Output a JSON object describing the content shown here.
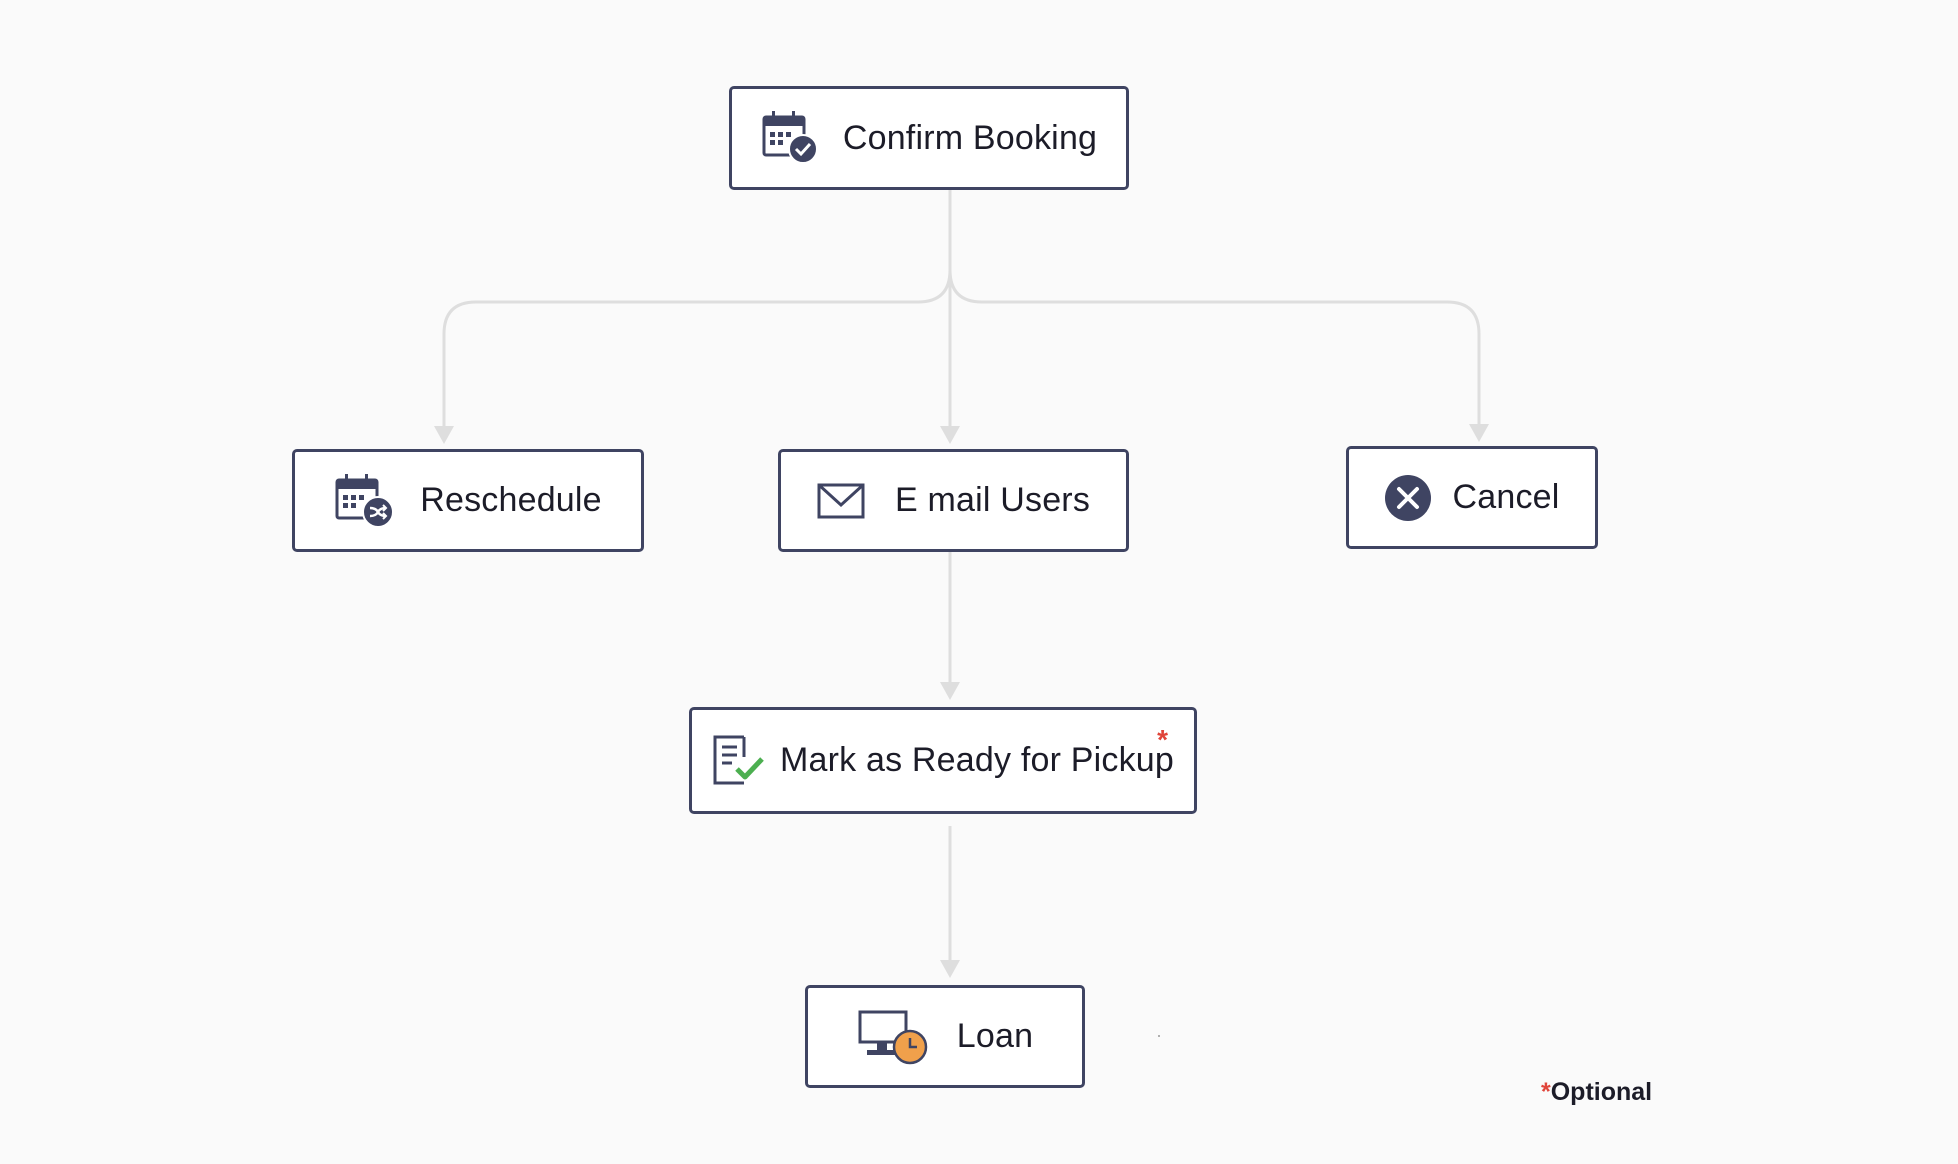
{
  "nodes": {
    "confirm_booking": {
      "label": "Confirm Booking",
      "icon": "calendar-check-icon"
    },
    "reschedule": {
      "label": "Reschedule",
      "icon": "calendar-shuffle-icon"
    },
    "email_users": {
      "label": "E mail Users",
      "icon": "envelope-icon"
    },
    "cancel": {
      "label": "Cancel",
      "icon": "cancel-circle-icon"
    },
    "mark_ready": {
      "label": "Mark as Ready for Pickup",
      "icon": "checklist-icon",
      "optional_marker": "*"
    },
    "loan": {
      "label": "Loan",
      "icon": "monitor-clock-icon"
    }
  },
  "legend": {
    "marker": "*",
    "text": "Optional"
  },
  "colors": {
    "node_border": "#3f4462",
    "icon_dark": "#3f4462",
    "connector": "#dedede",
    "optional_marker": "#e0453a",
    "check_green": "#4caf50",
    "clock_orange": "#f0a04b"
  }
}
